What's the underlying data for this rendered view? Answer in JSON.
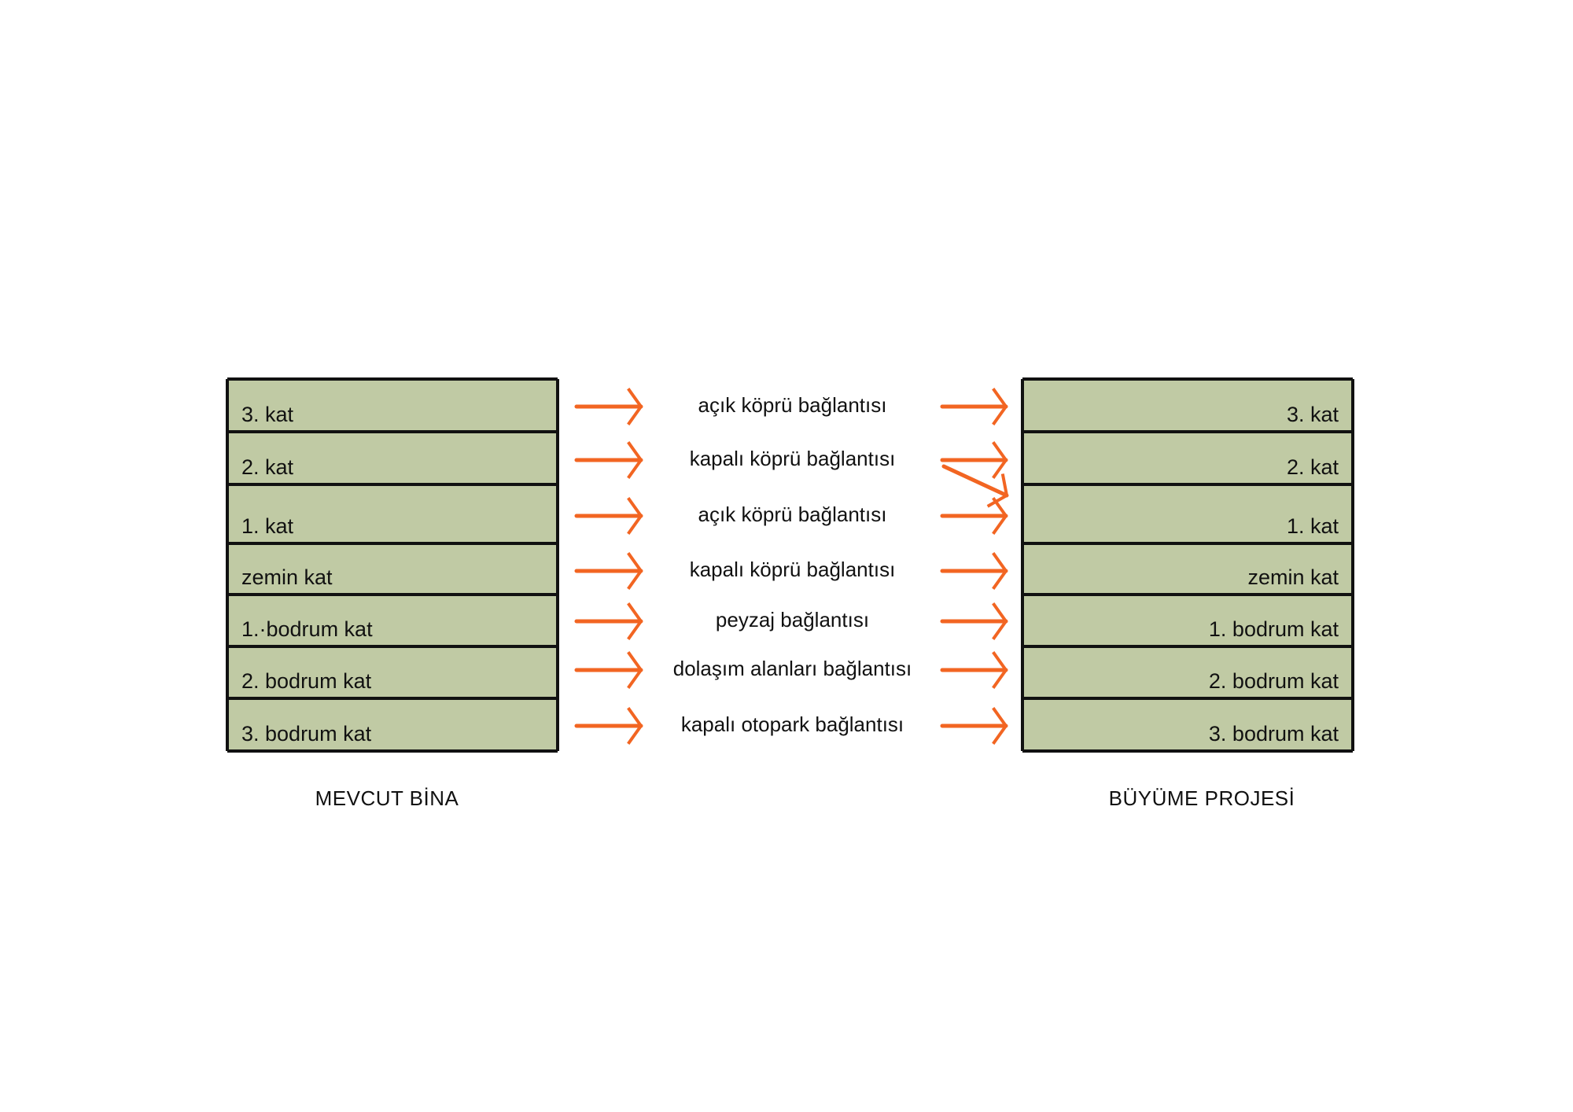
{
  "left_building": {
    "caption": "MEVCUT BİNA",
    "floors": [
      "3. kat",
      "2. kat",
      "1. kat",
      "zemin kat",
      "1.·bodrum kat",
      "2. bodrum kat",
      "3. bodrum kat"
    ]
  },
  "right_building": {
    "caption": "BÜYÜME PROJESİ",
    "floors": [
      "3. kat",
      "2. kat",
      "1. kat",
      "zemin kat",
      "1. bodrum kat",
      "2. bodrum kat",
      "3. bodrum kat"
    ]
  },
  "connections": [
    "açık köprü bağlantısı",
    "kapalı köprü bağlantısı",
    "açık köprü bağlantısı",
    "kapalı köprü bağlantısı",
    "peyzaj bağlantısı",
    "dolaşım alanları bağlantısı",
    "kapalı otopark bağlantısı"
  ],
  "colors": {
    "floor_fill": "#c0caa4",
    "arrow": "#f26522",
    "outline": "#111111"
  }
}
